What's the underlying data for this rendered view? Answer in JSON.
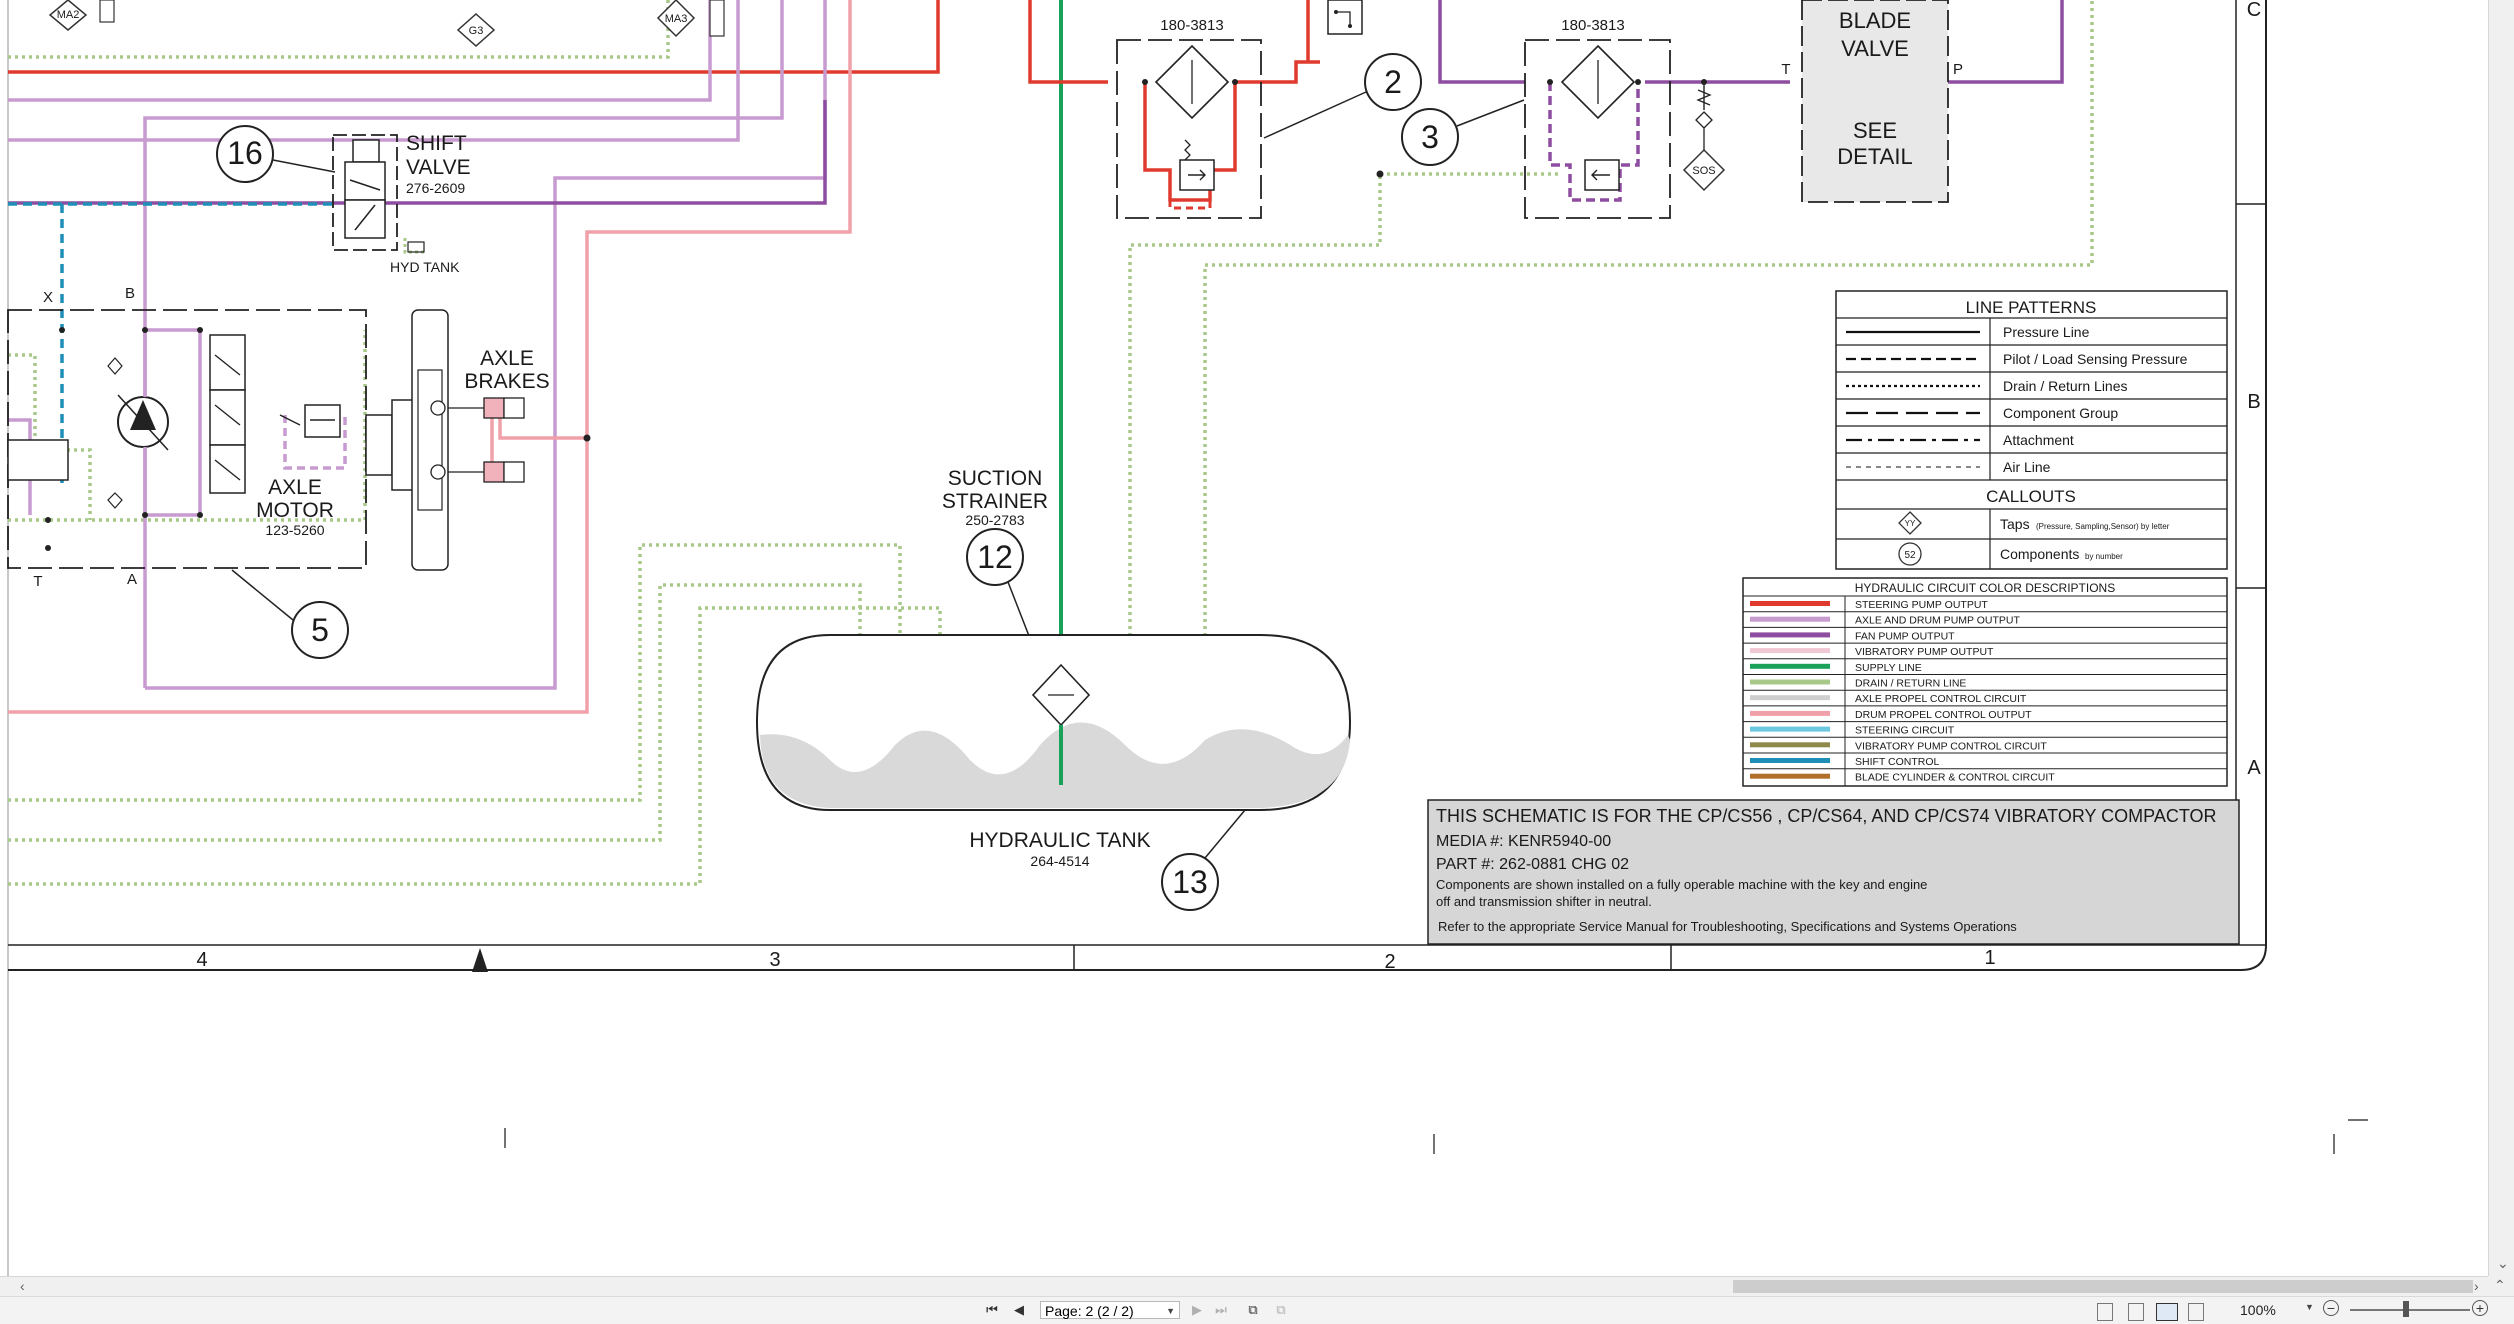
{
  "schematic": {
    "shift_valve": {
      "callout": "16",
      "name_line1": "SHIFT",
      "name_line2": "VALVE",
      "part": "276-2609",
      "hyd_tank": "HYD TANK"
    },
    "axle_brakes": {
      "line1": "AXLE",
      "line2": "BRAKES"
    },
    "axle_motor": {
      "line1": "AXLE",
      "line2": "MOTOR",
      "part": "123-5260",
      "callout": "5"
    },
    "port_labels": {
      "x": "X",
      "b": "B",
      "t": "T",
      "a": "A"
    },
    "taps": {
      "ma2": "MA2",
      "g3": "G3",
      "ma3": "MA3"
    },
    "filter_left": {
      "part": "180-3813",
      "callout": "2"
    },
    "filter_right": {
      "part": "180-3813",
      "callout": "3"
    },
    "sos": "SOS",
    "blade_valve": {
      "line1": "BLADE",
      "line2": "VALVE",
      "t_port": "T",
      "p_port": "P",
      "see1": "SEE",
      "see2": "DETAIL"
    },
    "suction_strainer": {
      "line1": "SUCTION",
      "line2": "STRAINER",
      "part": "250-2783",
      "callout": "12"
    },
    "hydraulic_tank": {
      "name": "HYDRAULIC TANK",
      "part": "264-4514",
      "callout": "13"
    },
    "zones": {
      "c": "C",
      "b": "B",
      "a": "A"
    },
    "columns": [
      "4",
      "3",
      "2",
      "1"
    ]
  },
  "line_patterns": {
    "title": "LINE PATTERNS",
    "rows": [
      {
        "label": "Pressure Line",
        "style": "solid"
      },
      {
        "label": "Pilot / Load Sensing Pressure",
        "style": "dash"
      },
      {
        "label": "Drain / Return Lines",
        "style": "dot"
      },
      {
        "label": "Component Group",
        "style": "longdash"
      },
      {
        "label": "Attachment",
        "style": "dashdot"
      },
      {
        "label": "Air Line",
        "style": "thin"
      }
    ],
    "callouts_title": "CALLOUTS",
    "taps_glyph": "YY",
    "taps_label": "Taps",
    "taps_note": "(Pressure, Sampling,Sensor) by letter",
    "components_glyph": "52",
    "components_label": "Components",
    "components_note": "by number"
  },
  "color_descriptions": {
    "title": "HYDRAULIC CIRCUIT COLOR DESCRIPTIONS",
    "rows": [
      {
        "label": "STEERING PUMP OUTPUT",
        "color": "#e03a2f"
      },
      {
        "label": "AXLE AND DRUM PUMP OUTPUT",
        "color": "#c79ad0"
      },
      {
        "label": "FAN PUMP OUTPUT",
        "color": "#8e4da0"
      },
      {
        "label": "VIBRATORY PUMP OUTPUT",
        "color": "#f0c8d4"
      },
      {
        "label": "SUPPLY LINE",
        "color": "#1ba25a"
      },
      {
        "label": "DRAIN / RETURN LINE",
        "color": "#a8c88a"
      },
      {
        "label": "AXLE PROPEL CONTROL CIRCUIT",
        "color": "#cfcfcf"
      },
      {
        "label": "DRUM PROPEL CONTROL OUTPUT",
        "color": "#f0a0a8"
      },
      {
        "label": "STEERING CIRCUIT",
        "color": "#6cc7e0"
      },
      {
        "label": "VIBRATORY PUMP CONTROL CIRCUIT",
        "color": "#8f8a4a"
      },
      {
        "label": "SHIFT CONTROL",
        "color": "#1f8fb8"
      },
      {
        "label": "BLADE CYLINDER & CONTROL CIRCUIT",
        "color": "#b0702a"
      }
    ]
  },
  "info_block": {
    "title": "THIS SCHEMATIC IS FOR THE CP/CS56 , CP/CS64, AND CP/CS74 VIBRATORY COMPACTOR",
    "media": "MEDIA #: KENR5940-00",
    "part": "PART #: 262-0881 CHG 02",
    "note1": "Components are shown installed on a fully operable machine with the key and engine",
    "note2": "off and transmission shifter in neutral.",
    "note3": "Refer to the appropriate Service Manual for Troubleshooting, Specifications and Systems Operations"
  },
  "viewer": {
    "page_field": "Page: 2 (2 / 2)",
    "zoom": "100%"
  },
  "colors": {
    "steering": "#e03a2f",
    "axle_drum": "#c79ad0",
    "fan": "#8e4da0",
    "vibratory": "#f0a0a8",
    "supply": "#1ba25a",
    "drain": "#a8c88a",
    "shift": "#1f8fb8"
  }
}
